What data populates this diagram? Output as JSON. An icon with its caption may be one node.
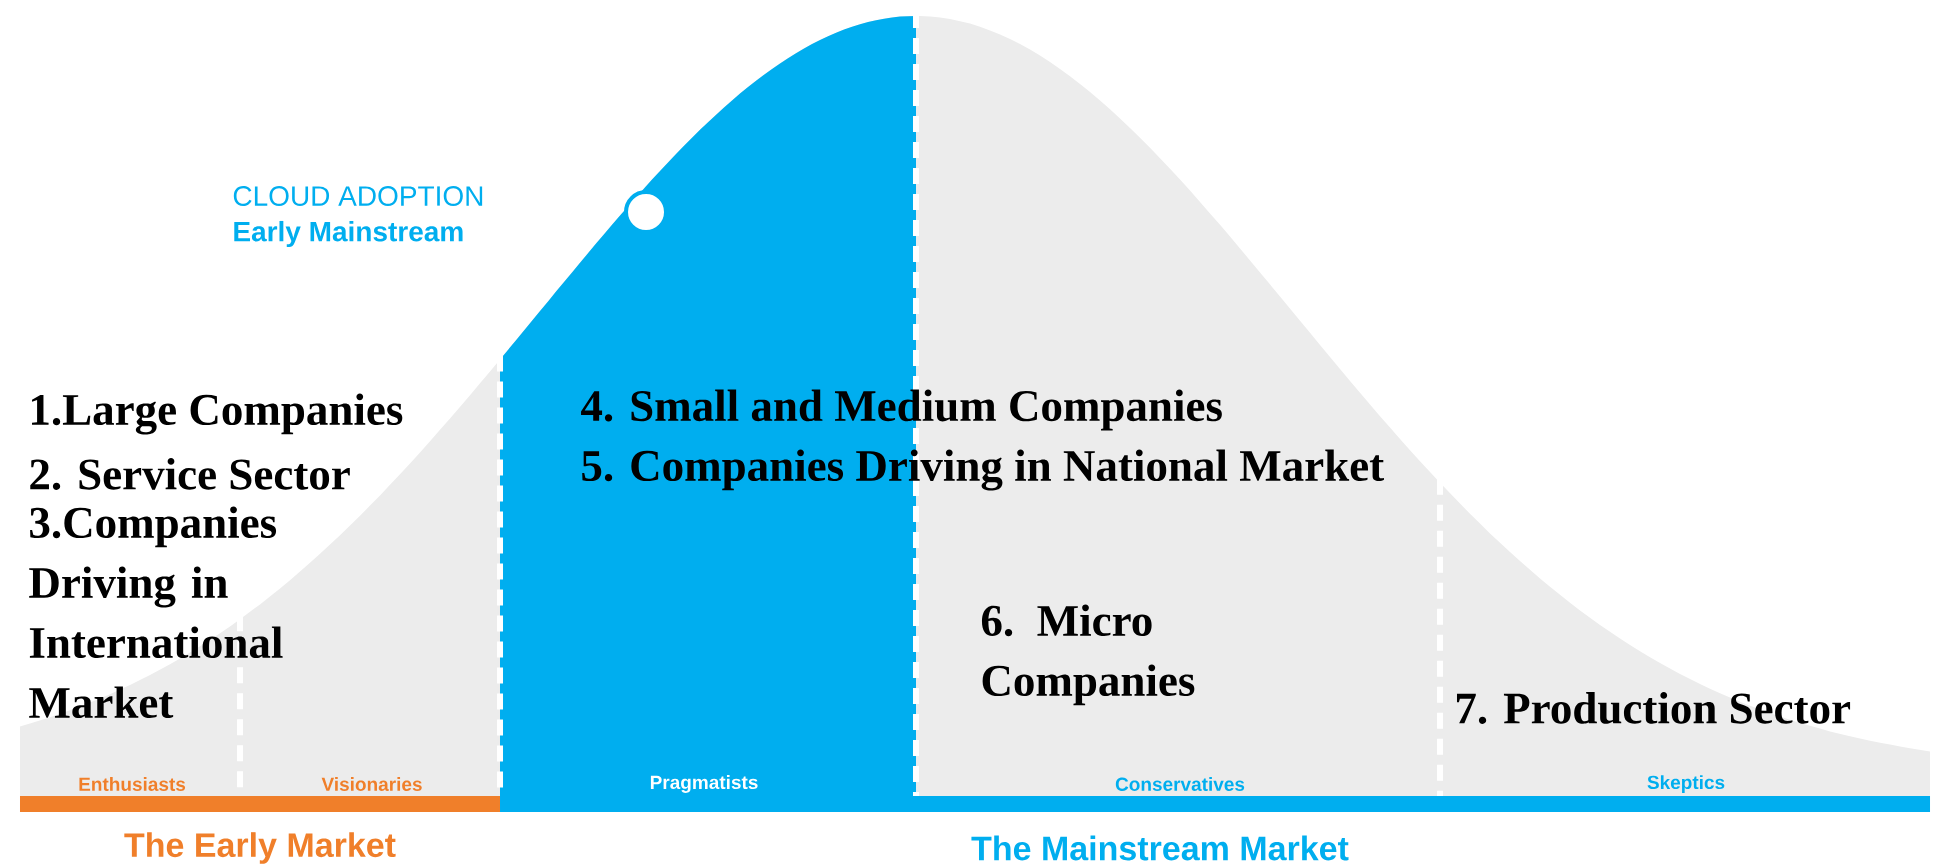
{
  "diagram": {
    "labels": [
      "CLOUD ADOPTION",
      "Early Mainstream",
      "1.Large Companies",
      "2. Service Sector",
      "3.Companies Driving in International Market",
      "4. Small and Medium Companies",
      "5. Companies Driving in National Market",
      "6. Micro Companies",
      "7. Production Sector",
      "Enthusiasts",
      "Visionaries",
      "Pragmatists",
      "Conservatives",
      "Skeptics",
      "The Early Market",
      "The Mainstream Market"
    ]
  }
}
